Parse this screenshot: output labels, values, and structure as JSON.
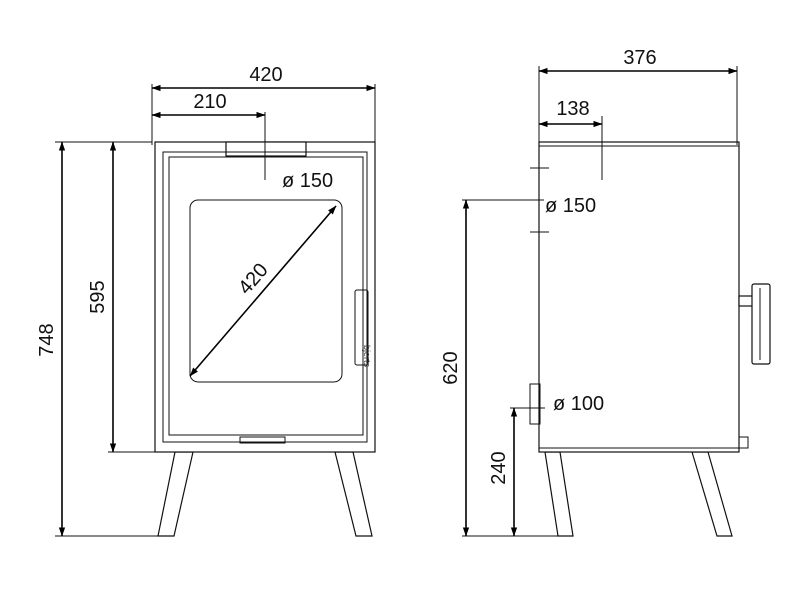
{
  "front_view": {
    "width_label": "420",
    "flue_offset_label": "210",
    "flue_diameter_label": "ø 150",
    "glass_diagonal_label": "420",
    "body_height_label": "595",
    "total_height_label": "748",
    "brand_label": "bjerts"
  },
  "side_view": {
    "depth_label": "376",
    "flue_offset_label": "138",
    "flue_diameter_label": "ø 150",
    "flue_height_label": "620",
    "air_inlet_diameter_label": "ø 100",
    "air_inlet_height_label": "240"
  },
  "colors": {
    "line": "#111111",
    "background": "#ffffff"
  }
}
